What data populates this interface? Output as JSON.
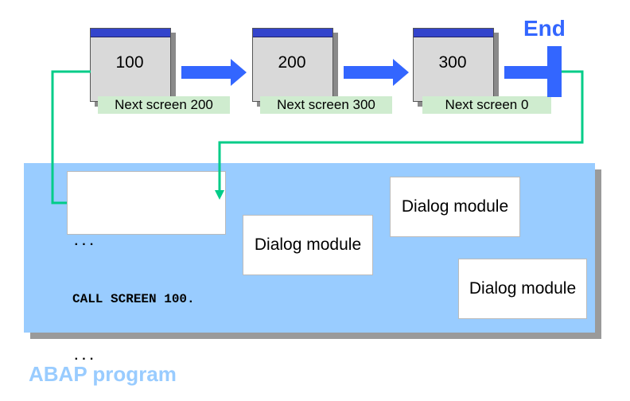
{
  "screens": [
    {
      "number": "100",
      "next": "Next screen 200"
    },
    {
      "number": "200",
      "next": "Next screen 300"
    },
    {
      "number": "300",
      "next": "Next screen 0"
    }
  ],
  "end_label": "End",
  "call_code": {
    "line1": "...",
    "line2": "CALL SCREEN 100.",
    "line3": "..."
  },
  "dialog_modules": [
    "Dialog module",
    "Dialog module",
    "Dialog module"
  ],
  "program_label": "ABAP program",
  "colors": {
    "program_area": "#99ccff",
    "flow_arrow": "#3366ff",
    "connector": "#00cc88",
    "label_bg": "#cfeccf",
    "titlebar": "#3344cc"
  }
}
